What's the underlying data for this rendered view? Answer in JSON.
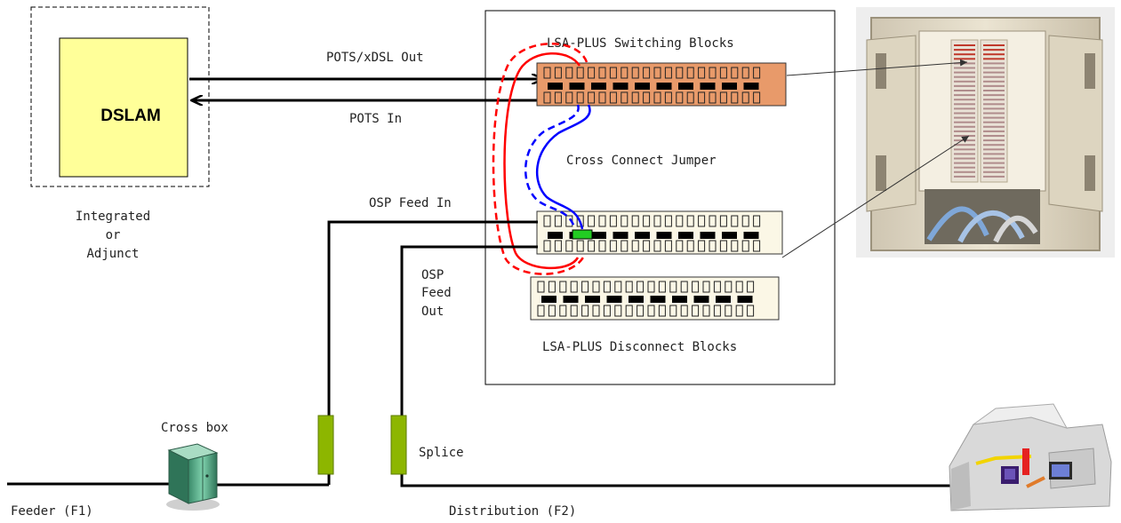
{
  "labels": {
    "dslam": "DSLAM",
    "integrated": "Integrated",
    "or": "or",
    "adjunct": "Adjunct",
    "pots_xdsl_out": "POTS/xDSL Out",
    "pots_in": "POTS In",
    "switching_blocks": "LSA-PLUS Switching Blocks",
    "cross_connect_jumper": "Cross Connect Jumper",
    "osp_feed_in": "OSP Feed In",
    "osp": "OSP",
    "feed": "Feed",
    "out": "Out",
    "disconnect_blocks": "LSA-PLUS Disconnect Blocks",
    "cross_box": "Cross box",
    "splice": "Splice",
    "feeder": "Feeder (F1)",
    "distribution": "Distribution (F2)"
  },
  "colors": {
    "dslam_fill": "#ffff99",
    "switching_block_fill": "#e89a6a",
    "disconnect_block_fill": "#fbf7e6",
    "splice_fill": "#8db600",
    "jumper_red": "#ff0000",
    "jumper_blue": "#0000ff",
    "highlight_green": "#22cc22"
  },
  "icons": {
    "cabinet_photo": "telecom-cabinet-photo",
    "cross_box": "cross-box-cabinet-icon",
    "house": "customer-house-icon"
  }
}
